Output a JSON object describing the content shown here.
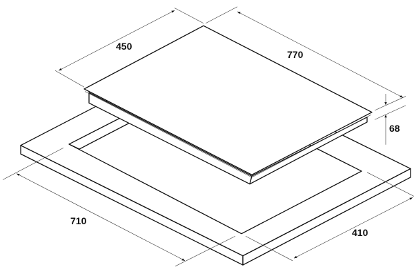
{
  "diagram": {
    "hob": {
      "width_label": "450",
      "length_label": "770",
      "height_label": "68"
    },
    "cutout": {
      "length_label": "710",
      "width_label": "410"
    }
  }
}
